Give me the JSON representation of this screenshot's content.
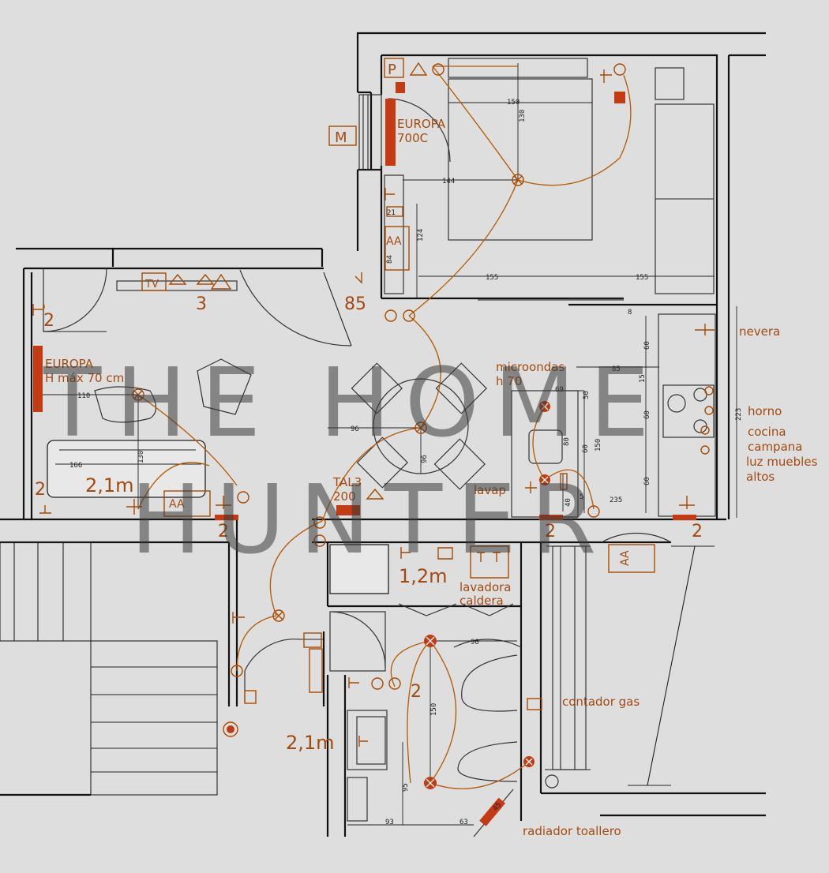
{
  "labels": {
    "europa_bed_1": "EUROPA",
    "europa_bed_2": "700C",
    "europa_living_1": "EUROPA",
    "europa_living_2": "H máx 70 cm",
    "meter_box": "M",
    "tv": "TV",
    "tv_count": "3",
    "h85": "85",
    "microwave_1": "microondas",
    "microwave_2": "h 70",
    "fridge": "nevera",
    "oven": "horno",
    "hob": "cocina",
    "hood": "campana",
    "cabinet_light_1": "luz muebles",
    "cabinet_light_2": "altos",
    "aa": "AA",
    "tal3": "TAL3",
    "h200": "200",
    "sink": "lavap",
    "h2_1m": "2,1m",
    "h1_2m": "1,2m",
    "washer": "lavadora",
    "boiler": "caldera",
    "gas_meter": "contador gas",
    "towel_rail": "radiador toallero",
    "p": "P",
    "two": "2"
  },
  "dims": {
    "d150": "150",
    "d130": "130",
    "d144": "144",
    "d21": "21",
    "d124": "124",
    "d84": "84",
    "d155": "155",
    "d110": "110",
    "d96": "96",
    "d166": "166",
    "d85": "85",
    "d60": "60",
    "d15": "15",
    "d69": "69",
    "d50": "50",
    "d80": "80",
    "d223": "223",
    "d235": "235",
    "d90": "90",
    "d95": "95",
    "d93": "93",
    "d63": "63",
    "d45": "45",
    "d8": "8",
    "d5": "5",
    "d40": "40"
  },
  "watermark": {
    "line1": "THE HOME",
    "line2": "HUNTER"
  },
  "colors": {
    "background": "#dedede",
    "wall": "#111111",
    "electric": "#b35a00",
    "accent": "#c43a12",
    "watermark": "#3a3a3a"
  }
}
